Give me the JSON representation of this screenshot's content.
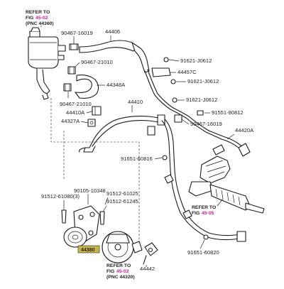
{
  "refs": {
    "top": {
      "line1": "REFER TO",
      "line2a": "FIG",
      "code": "45-02",
      "line3": "(PNC 44360)"
    },
    "right": {
      "line1": "REFER TO",
      "line2a": "FIG",
      "code": "45-05"
    },
    "bottom": {
      "line1": "REFER TO",
      "line2a": "FIG",
      "code": "45-02",
      "line3": "(PNC 44320)"
    }
  },
  "labels": {
    "p90467_16019a": "90467-16019",
    "p44406": "44406",
    "p90467_21010": "90467-21010",
    "p44348a": "44348A",
    "p90467_21010b": "90467-21010",
    "p44410a": "44410A",
    "p44327a": "44327A",
    "p44410": "44410",
    "p91621_j0612a": "91621-J0612",
    "p44457c": "44457C",
    "p91621_j0612b": "91621-J0612",
    "p91621_j0612c": "91621-J0612",
    "p91551_80812": "91551-80812",
    "p90467_16019b": "90467-16019",
    "p44420a": "44420A",
    "p91651_60816": "91651-60816",
    "p90105_10348": "90105-10348",
    "p91512_61080": "91512-61080(3)",
    "p91512_61025": "91512-61025",
    "p91512_61245": "91512-61245",
    "p44380": "44380",
    "p44442": "44442",
    "p91651_60820": "91651-60820"
  },
  "colors": {
    "highlight": "#c9b64a",
    "ref_code": "#c0239a"
  }
}
